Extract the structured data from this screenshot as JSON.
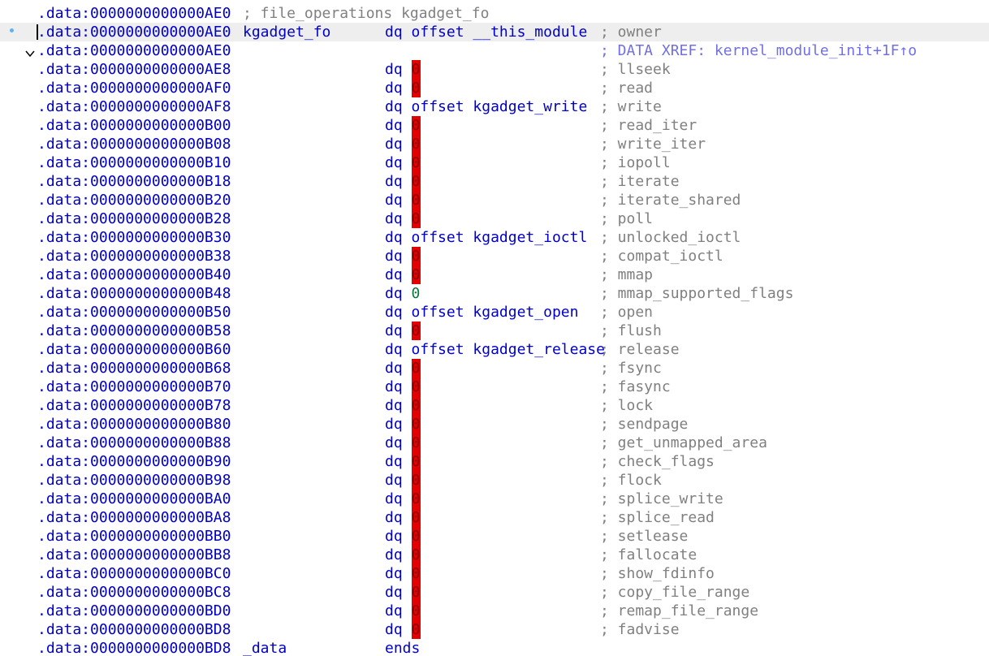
{
  "colors": {
    "address": "#0000c8",
    "comment": "#808080",
    "xref": "#7070e0",
    "zero_highlight": "#e30000",
    "selected_line": "#eeeeee"
  },
  "header_comment": {
    "address": ".data:0000000000000AE0",
    "text": "; file_operations kgadget_fo"
  },
  "struct_line": {
    "address": ".data:0000000000000AE0",
    "name": "kgadget_fo",
    "directive": "dq",
    "operand_keyword": "offset",
    "operand_symbol": "__this_module",
    "comment": "; owner",
    "fold_icon": "chevron-down-icon",
    "marker_icon": "breakpoint-dot-icon"
  },
  "xref_line": {
    "address": ".data:0000000000000AE0",
    "comment": "; DATA XREF: kernel_module_init+1F↑o"
  },
  "fields": [
    {
      "address": ".data:0000000000000AE8",
      "directive": "dq",
      "value": "0",
      "highlight": true,
      "comment": "; llseek"
    },
    {
      "address": ".data:0000000000000AF0",
      "directive": "dq",
      "value": "0",
      "highlight": true,
      "comment": "; read"
    },
    {
      "address": ".data:0000000000000AF8",
      "directive": "dq",
      "keyword": "offset",
      "symbol": "kgadget_write",
      "comment": "; write"
    },
    {
      "address": ".data:0000000000000B00",
      "directive": "dq",
      "value": "0",
      "highlight": true,
      "comment": "; read_iter"
    },
    {
      "address": ".data:0000000000000B08",
      "directive": "dq",
      "value": "0",
      "highlight": true,
      "comment": "; write_iter"
    },
    {
      "address": ".data:0000000000000B10",
      "directive": "dq",
      "value": "0",
      "highlight": true,
      "comment": "; iopoll"
    },
    {
      "address": ".data:0000000000000B18",
      "directive": "dq",
      "value": "0",
      "highlight": true,
      "comment": "; iterate"
    },
    {
      "address": ".data:0000000000000B20",
      "directive": "dq",
      "value": "0",
      "highlight": true,
      "comment": "; iterate_shared"
    },
    {
      "address": ".data:0000000000000B28",
      "directive": "dq",
      "value": "0",
      "highlight": true,
      "comment": "; poll"
    },
    {
      "address": ".data:0000000000000B30",
      "directive": "dq",
      "keyword": "offset",
      "symbol": "kgadget_ioctl",
      "comment": "; unlocked_ioctl"
    },
    {
      "address": ".data:0000000000000B38",
      "directive": "dq",
      "value": "0",
      "highlight": true,
      "comment": "; compat_ioctl"
    },
    {
      "address": ".data:0000000000000B40",
      "directive": "dq",
      "value": "0",
      "highlight": true,
      "comment": "; mmap"
    },
    {
      "address": ".data:0000000000000B48",
      "directive": "dq",
      "value": "0",
      "highlight": false,
      "comment": "; mmap_supported_flags"
    },
    {
      "address": ".data:0000000000000B50",
      "directive": "dq",
      "keyword": "offset",
      "symbol": "kgadget_open",
      "comment": "; open"
    },
    {
      "address": ".data:0000000000000B58",
      "directive": "dq",
      "value": "0",
      "highlight": true,
      "comment": "; flush"
    },
    {
      "address": ".data:0000000000000B60",
      "directive": "dq",
      "keyword": "offset",
      "symbol": "kgadget_release",
      "comment": "; release"
    },
    {
      "address": ".data:0000000000000B68",
      "directive": "dq",
      "value": "0",
      "highlight": true,
      "comment": "; fsync"
    },
    {
      "address": ".data:0000000000000B70",
      "directive": "dq",
      "value": "0",
      "highlight": true,
      "comment": "; fasync"
    },
    {
      "address": ".data:0000000000000B78",
      "directive": "dq",
      "value": "0",
      "highlight": true,
      "comment": "; lock"
    },
    {
      "address": ".data:0000000000000B80",
      "directive": "dq",
      "value": "0",
      "highlight": true,
      "comment": "; sendpage"
    },
    {
      "address": ".data:0000000000000B88",
      "directive": "dq",
      "value": "0",
      "highlight": true,
      "comment": "; get_unmapped_area"
    },
    {
      "address": ".data:0000000000000B90",
      "directive": "dq",
      "value": "0",
      "highlight": true,
      "comment": "; check_flags"
    },
    {
      "address": ".data:0000000000000B98",
      "directive": "dq",
      "value": "0",
      "highlight": true,
      "comment": "; flock"
    },
    {
      "address": ".data:0000000000000BA0",
      "directive": "dq",
      "value": "0",
      "highlight": true,
      "comment": "; splice_write"
    },
    {
      "address": ".data:0000000000000BA8",
      "directive": "dq",
      "value": "0",
      "highlight": true,
      "comment": "; splice_read"
    },
    {
      "address": ".data:0000000000000BB0",
      "directive": "dq",
      "value": "0",
      "highlight": true,
      "comment": "; setlease"
    },
    {
      "address": ".data:0000000000000BB8",
      "directive": "dq",
      "value": "0",
      "highlight": true,
      "comment": "; fallocate"
    },
    {
      "address": ".data:0000000000000BC0",
      "directive": "dq",
      "value": "0",
      "highlight": true,
      "comment": "; show_fdinfo"
    },
    {
      "address": ".data:0000000000000BC8",
      "directive": "dq",
      "value": "0",
      "highlight": true,
      "comment": "; copy_file_range"
    },
    {
      "address": ".data:0000000000000BD0",
      "directive": "dq",
      "value": "0",
      "highlight": true,
      "comment": "; remap_file_range"
    },
    {
      "address": ".data:0000000000000BD8",
      "directive": "dq",
      "value": "0",
      "highlight": true,
      "comment": "; fadvise"
    }
  ],
  "end_line": {
    "address": ".data:0000000000000BD8",
    "name": "_data",
    "directive": "ends"
  }
}
